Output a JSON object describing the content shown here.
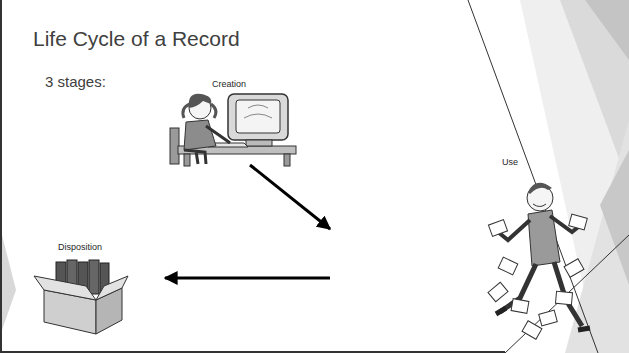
{
  "diagram": {
    "title": "Life Cycle of a Record",
    "nodes": [
      {
        "text": [
          "Creation"
        ]
      },
      {
        "text": [
          "Use"
        ]
      },
      {
        "text": [
          "Disposition"
        ]
      }
    ],
    "edges": [
      {
        "from": 0,
        "to": 1,
        "arrow": "to"
      },
      {
        "from": 1,
        "to": 2,
        "arrow": "to"
      }
    ],
    "labels": [
      "3 stages:"
    ]
  }
}
